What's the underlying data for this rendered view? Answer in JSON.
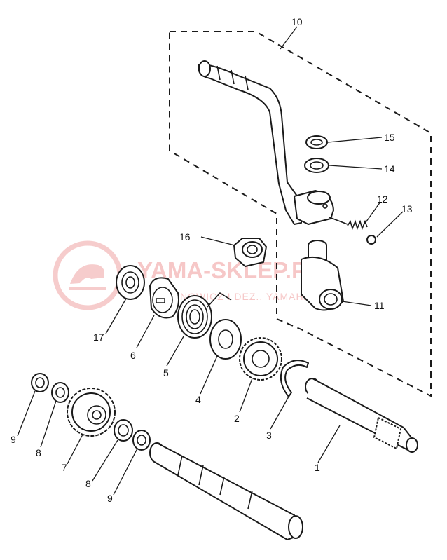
{
  "watermark": {
    "brand": "YAMA-SKLEP.PL",
    "tagline": "MIERNOWICZ I DEZ.. YAMAHA",
    "color": "#ef9a9a"
  },
  "callouts": {
    "p1": "1",
    "p2": "2",
    "p3": "3",
    "p4": "4",
    "p5": "5",
    "p6": "6",
    "p7": "7",
    "p8a": "8",
    "p8b": "8",
    "p9a": "9",
    "p9b": "9",
    "p10": "10",
    "p11": "11",
    "p12": "12",
    "p13": "13",
    "p14": "14",
    "p15": "15",
    "p16": "16",
    "p17": "17"
  }
}
